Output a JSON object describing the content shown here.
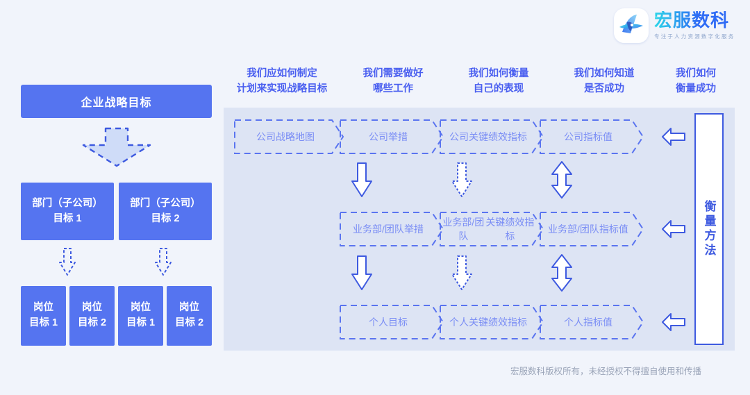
{
  "brand": {
    "logo_icon": "company-logo-icon",
    "title": "宏服数科",
    "subtitle": "专注于人力资源数字化服务"
  },
  "left_column": {
    "strategy_box": "企业战略目标",
    "big_arrow_icon": "dashed-down-arrow-icon",
    "departments": [
      "部门（子公司）\n目标 1",
      "部门（子公司）\n目标 2"
    ],
    "small_arrow_icon": "dashed-down-arrow-icon",
    "jobs": [
      "岗位\n目标 1",
      "岗位\n目标 2",
      "岗位\n目标 1",
      "岗位\n目标 2"
    ]
  },
  "headers": [
    "我们应如何制定\n计划来实现战略目标",
    "我们需要做好\n哪些工作",
    "我们如何衡量\n自己的表现",
    "我们如何知道\n是否成功",
    "我们如何\n衡量成功"
  ],
  "matrix": {
    "rows": [
      {
        "name": "company-row",
        "cells": [
          "公司战略地图",
          "公司举措",
          "公司关键\n绩效指标",
          "公司指标值"
        ],
        "end_arrow_icon": "left-arrow-icon"
      },
      {
        "name": "business-unit-row",
        "cells": [
          "",
          "业务部/团队\n举措",
          "业务部/团队\n关键绩效指标",
          "业务部/团队\n指标值"
        ],
        "end_arrow_icon": "left-arrow-icon"
      },
      {
        "name": "individual-row",
        "cells": [
          "",
          "个人目标",
          "个人关键\n绩效指标",
          "个人指标值"
        ],
        "end_arrow_icon": "left-arrow-icon"
      }
    ],
    "connectors": [
      {
        "name": "solid-down-arrow-icon",
        "style": "solid",
        "direction": "down"
      },
      {
        "name": "dashed-down-arrow-icon",
        "style": "dashed",
        "direction": "down"
      },
      {
        "name": "solid-updown-arrow-icon",
        "style": "solid",
        "direction": "updown"
      }
    ]
  },
  "measure_bar": {
    "label": "衡量方法"
  },
  "footer": {
    "copyright": "宏服数科版权所有，未经授权不得擅自使用和传播"
  },
  "colors": {
    "primary_blue": "#5574f0",
    "header_blue": "#4a5ff0",
    "chevron_text": "#7b8ef5",
    "panel_bg": "#dde4f4",
    "page_bg": "#f1f4fb",
    "bar_border": "#3e5ae0",
    "footer_text": "#9aa4b8"
  }
}
